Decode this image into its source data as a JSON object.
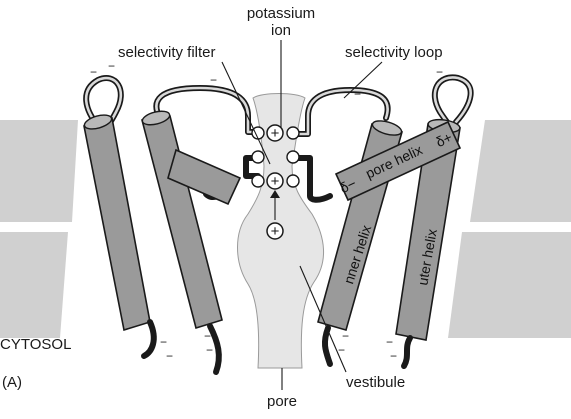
{
  "labels": {
    "potassium_ion": [
      "potassium",
      "ion"
    ],
    "selectivity_filter": "selectivity filter",
    "selectivity_loop": "selectivity loop",
    "cytosol": "CYTOSOL",
    "panel": "(A)",
    "vestibule": "vestibule",
    "pore": "pore"
  },
  "helices": {
    "pore_helix": "pore helix",
    "inner_helix": "nner helix",
    "outer_helix": "uter helix",
    "delta_minus": "δ−",
    "delta_plus": "δ+"
  },
  "ions": {
    "symbol": "+"
  },
  "charges": {
    "minus": "−"
  }
}
